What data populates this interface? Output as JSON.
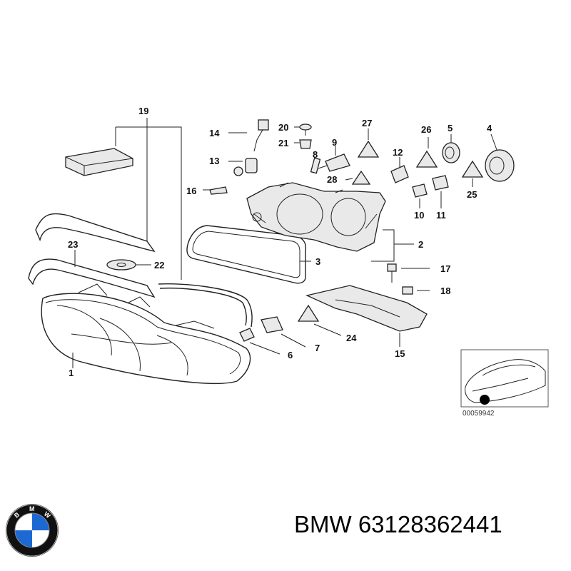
{
  "diagram": {
    "callouts": [
      "1",
      "2",
      "3",
      "4",
      "5",
      "6",
      "7",
      "8",
      "9",
      "10",
      "11",
      "12",
      "13",
      "14",
      "15",
      "16",
      "17",
      "18",
      "19",
      "20",
      "21",
      "22",
      "23",
      "24",
      "25",
      "26",
      "27",
      "28"
    ],
    "inset_code": "00059942"
  },
  "footer": {
    "brand": "BMW",
    "part_number": "63128362441"
  },
  "logo": {
    "letters": "BMW",
    "colors": {
      "blue": "#1c69d4",
      "ring": "#111111"
    }
  }
}
